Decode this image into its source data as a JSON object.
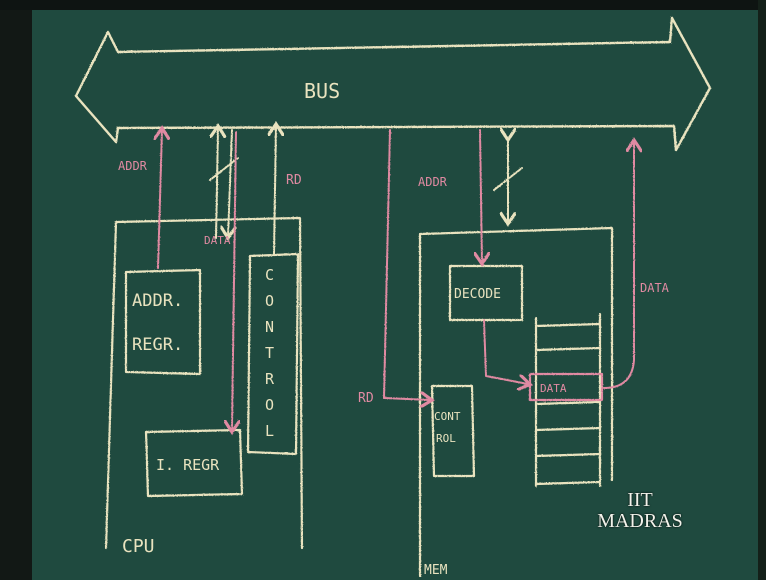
{
  "bus": {
    "label": "BUS"
  },
  "cpu": {
    "label": "CPU",
    "addr_register": {
      "line1": "ADDR.",
      "line2": "REGR."
    },
    "control": {
      "letters": [
        "C",
        "O",
        "N",
        "T",
        "R",
        "O",
        "L"
      ]
    },
    "instruction_register": {
      "label": "I. REGR"
    },
    "addr_line": {
      "label": "ADDR"
    },
    "data_line": {
      "label": "DATA"
    },
    "rd_line": {
      "label": "RD"
    }
  },
  "memory": {
    "label": "MEM",
    "decode": {
      "label": "DECODE"
    },
    "control": {
      "line1": "CONT",
      "line2": "ROL"
    },
    "data_cell": {
      "label": "DATA"
    },
    "addr_line": {
      "label": "ADDR"
    },
    "rd_line": {
      "label": "RD"
    },
    "data_out_line": {
      "label": "DATA"
    }
  },
  "watermark": {
    "line1": "IIT",
    "line2": "MADRAS"
  },
  "colors": {
    "board": "#1f4a3f",
    "chalk": "#e9e3bf",
    "chalk_pink": "#e08aa2"
  }
}
